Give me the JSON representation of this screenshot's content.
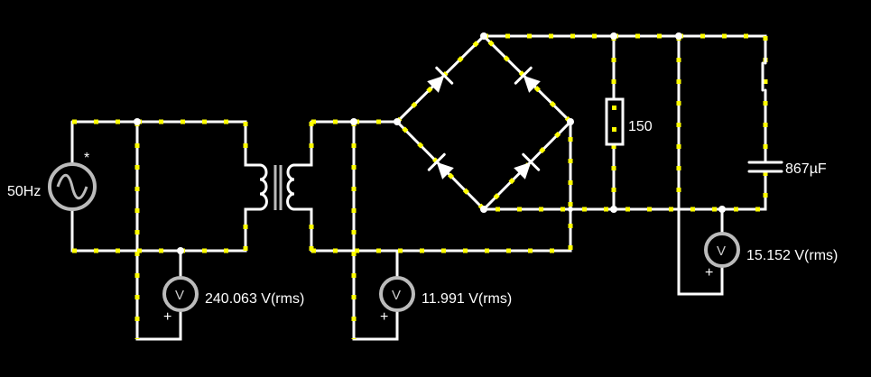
{
  "source": {
    "frequency_label": "50Hz",
    "marker": "*"
  },
  "meters": [
    {
      "symbol": "V",
      "polarity": "+",
      "reading": "240.063 V(rms)"
    },
    {
      "symbol": "V",
      "polarity": "+",
      "reading": "11.991 V(rms)"
    },
    {
      "symbol": "V",
      "polarity": "+",
      "reading": "15.152 V(rms)"
    }
  ],
  "resistor": {
    "value": "150"
  },
  "capacitor": {
    "value": "867µF"
  },
  "colors": {
    "background": "#000000",
    "wire": "#ffffff",
    "current": "#ffff00",
    "meter": "#bbbbbb"
  }
}
